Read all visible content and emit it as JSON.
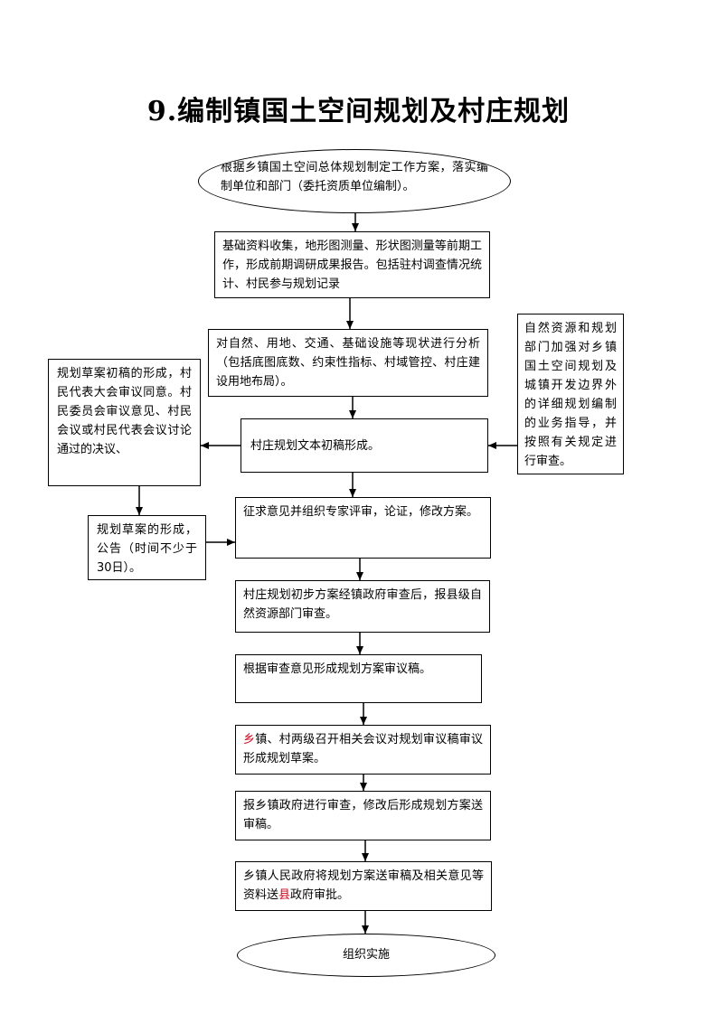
{
  "title": "9.编制镇国土空间规划及村庄规划",
  "nodes": {
    "start": "根据乡镇国土空间总体规划制定工作方案，落实编制单位和部门（委托资质单位编制）。",
    "collect": "基础资料收集，地形图测量、形状图测量等前期工作，形成前期调研成果报告。包括驻村调查情况统计、村民参与规划记录",
    "analysis": "对自然、用地、交通、基础设施等现状进行分析（包括底图底数、约束性指标、村域管控、村庄建设用地布局）。",
    "side_right": "自然资源和规划部门加强对乡镇国土空间规划及城镇开发边界外的详细规划编制的业务指导，并按照有关规定进行审查。",
    "side_left": "规划草案初稿的形成，村民代表大会审议同意。村民委员会审议意见、村民会议或村民代表会议讨论通过的决议、",
    "draft": "村庄规划文本初稿形成。",
    "public": "规划草案的形成，公告（时间不少于30日）。",
    "review": "征求意见并组织专家评审，论证，修改方案。",
    "prelim": "村庄规划初步方案经镇政府审查后，报县级自然资源部门审查。",
    "audit": "根据审查意见形成规划方案审议稿。",
    "meeting_prefix": "乡",
    "meeting_rest": "镇、村两级召开相关会议对规划审议稿审议形成规划草案。",
    "submit": "报乡镇政府进行审查，修改后形成规划方案送审稿。",
    "approve_a": "乡镇人民政府将规划方案送审稿及相关意见等资料送",
    "approve_county": "县",
    "approve_b": "政府审批。",
    "end": "组织实施"
  },
  "highlight_color": "#d0021b"
}
